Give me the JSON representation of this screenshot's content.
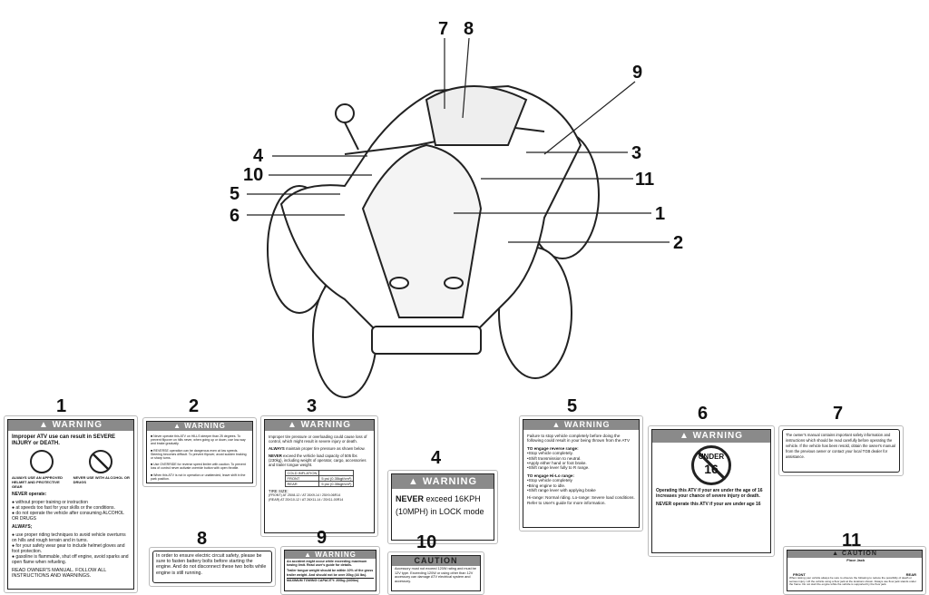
{
  "callouts": [
    "1",
    "2",
    "3",
    "4",
    "5",
    "6",
    "7",
    "8",
    "9",
    "10",
    "11"
  ],
  "labels": {
    "l1": {
      "number": "1",
      "header": "WARNING",
      "lead": "Improper ATV use can result in SEVERE INJURY or DEATH.",
      "icon1": "ALWAYS USE AN APPROVED HELMET AND PROTECTIVE GEAR",
      "icon2": "NEVER USE WITH ALCOHOL OR DRUGS",
      "never": "NEVER operate:",
      "never_items": [
        "without proper training or instruction",
        "at speeds too fast for your skills or the conditions.",
        "do not operate the vehicle after consuming ALCOHOL OR DRUGS"
      ],
      "always": "ALWAYS;",
      "always_items": [
        "use proper riding techniques to avoid vehicle overturns on hills and rough terrain and in turns.",
        "for your safety wear gear to include helmet gloves and foot protection.",
        "gasoline is flammable, shut off engine, avoid sparks and open flame when refueling."
      ],
      "footer": "READ OWNER'S MANUAL. FOLLOW ALL INSTRUCTIONS AND WARNINGS."
    },
    "l2": {
      "number": "2",
      "header": "WARNING",
      "items": [
        "Never operate this ATV on HILLS steeper than 25 degrees. To prevent flipover on hills never, when going up or down, use low-way and brake gradually.",
        "REVERSE operation can be dangerous even at low speeds. Steering becomes difficult. To prevent flipover, avoid sudden braking or sharp turns.",
        "Use OVERRIDE for reverse speed limiter with caution. To prevent loss of control never activate override button with open throttle.",
        "When this ATV is not in operation or unattended, leave shift in the park position."
      ]
    },
    "l3": {
      "number": "3",
      "header": "WARNING",
      "p1": "Improper tire pressure or overloading could cause loss of control, which might result in severe injury or death.",
      "p2b": "ALWAYS",
      "p2": "maintain proper tire pressure as shown below.",
      "p3b": "NEVER",
      "p3": "exceed the vehicle load capacity of 505 lbs (230kg), including weight of operator, cargo, accessories and trailer tongue weight.",
      "table_head": "COLD INFLATION",
      "front": "FRONT",
      "rear": "REAR",
      "front_val": "5 psi (0.35kgf/cm²)",
      "rear_val": "5 psi (0.35kgf/cm²)",
      "tire_size": "TIRE SIZE:",
      "tire_front": "(FRONT) AT 25X8-12 / AT 26X9-14 / 25X9-06R14",
      "tire_rear": "(REAR) AT 25X10-12 / AT 26X11-14 / 25X11-00R14"
    },
    "l4": {
      "number": "4",
      "header": "WARNING",
      "line1b": "NEVER",
      "line1": "exceed 16KPH",
      "line2": "(10MPH) in LOCK mode"
    },
    "l5": {
      "number": "5",
      "header": "WARNING",
      "p1": "Failure to stop vehicle completely before doing the following could result in your being thrown from the ATV",
      "h1": "TO engage reverse range:",
      "items1": [
        "Stop vehicle completely.",
        "Shift transmission to neutral.",
        "Apply either hand or foot brake.",
        "Shift range lever fully to R range."
      ],
      "h2": "TO engage Hi-Lo range:",
      "items2": [
        "Stop vehicle completely",
        "Bring engine to idle.",
        "Shift range lever with applying brake"
      ],
      "p2": "Hi-range: Normal riding. Lo-range: Severe load conditions. Refer to User's guide for more information."
    },
    "l6": {
      "number": "6",
      "header": "WARNING",
      "badge_top": "UNDER",
      "badge_num": "16",
      "p1": "Operating this ATV if your are under the age of 16 increases your chance of severe injury or death.",
      "p2": "NEVER operate this ATV if your are under age 16"
    },
    "l7": {
      "number": "7",
      "text": "The owner's manual contains important safety information and instructions which should be read carefully before operating the vehicle. If the vehicle has been resold, obtain the owner's manual from the previous owner or contact your local TGB dealer for assistance."
    },
    "l8": {
      "number": "8",
      "text": "In order to ensure electric circuit safety, please be sure to fasten battery bolts before starting the engine. And do not disconnect these two bolts while engine is still running."
    },
    "l9": {
      "number": "9",
      "header": "WARNING",
      "p1": "An accident might occur while exceeding maximum towing limit. Read user's guide for details.",
      "p2": "Trailer tongue weight should be within 10% of the gross trailer weight. And should not be over 20kg (44 lbs).",
      "footer": "MAXIMUM TOWING CAPACITY: 200kg (440lbs)"
    },
    "l10": {
      "number": "10",
      "header": "CAUTION",
      "text": "Accessory must not exceed 120W rating and must be 12V type. Exceeding 120W or using other than 12V accessory can damage ATV electrical system and accessory."
    },
    "l11": {
      "number": "11",
      "header": "CAUTION",
      "front": "FRONT",
      "rear": "REAR",
      "jack": "Floor Jack",
      "text": "When raising your vehicle always be sure to observe the following to reduce the possibility of death or serious injury. Lift the vehicle using a floor jack at the locations shown. Always use floor jack stands under the frame. Do not start the engine while the vehicle is supported by the floor jack."
    }
  }
}
